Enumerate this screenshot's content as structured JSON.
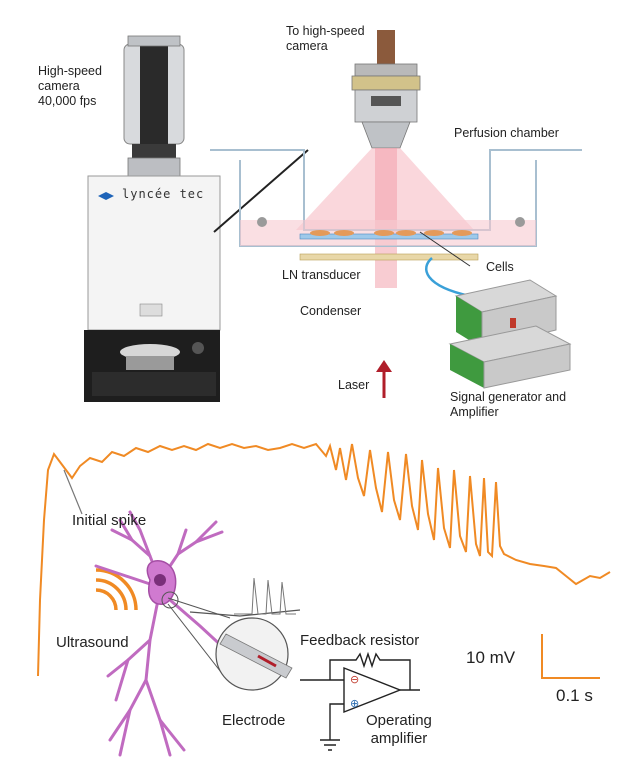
{
  "labels": {
    "camera": "High-speed\ncamera\n40,000 fps",
    "to_camera": "To high-speed\ncamera",
    "perfusion": "Perfusion chamber",
    "brand": "lyncée tec",
    "ln_transducer": "LN transducer",
    "cells": "Cells",
    "condenser": "Condenser",
    "laser": "Laser",
    "signal_generator": "Signal generator and\nAmplifier",
    "initial_spike": "Initial spike",
    "ultrasound": "Ultrasound",
    "feedback_resistor": "Feedback resistor",
    "electrode": "Electrode",
    "operating_amplifier": "Operating\namplifier",
    "scale_mv": "10 mV",
    "scale_s": "0.1 s"
  },
  "colors": {
    "trace": "#f08a24",
    "neuron": "#c06bc0",
    "ultrasound": "#f08a24",
    "laser": "#b01e2a",
    "transducer_cable": "#3aa0d8",
    "device_green": "#3f9a3f"
  }
}
